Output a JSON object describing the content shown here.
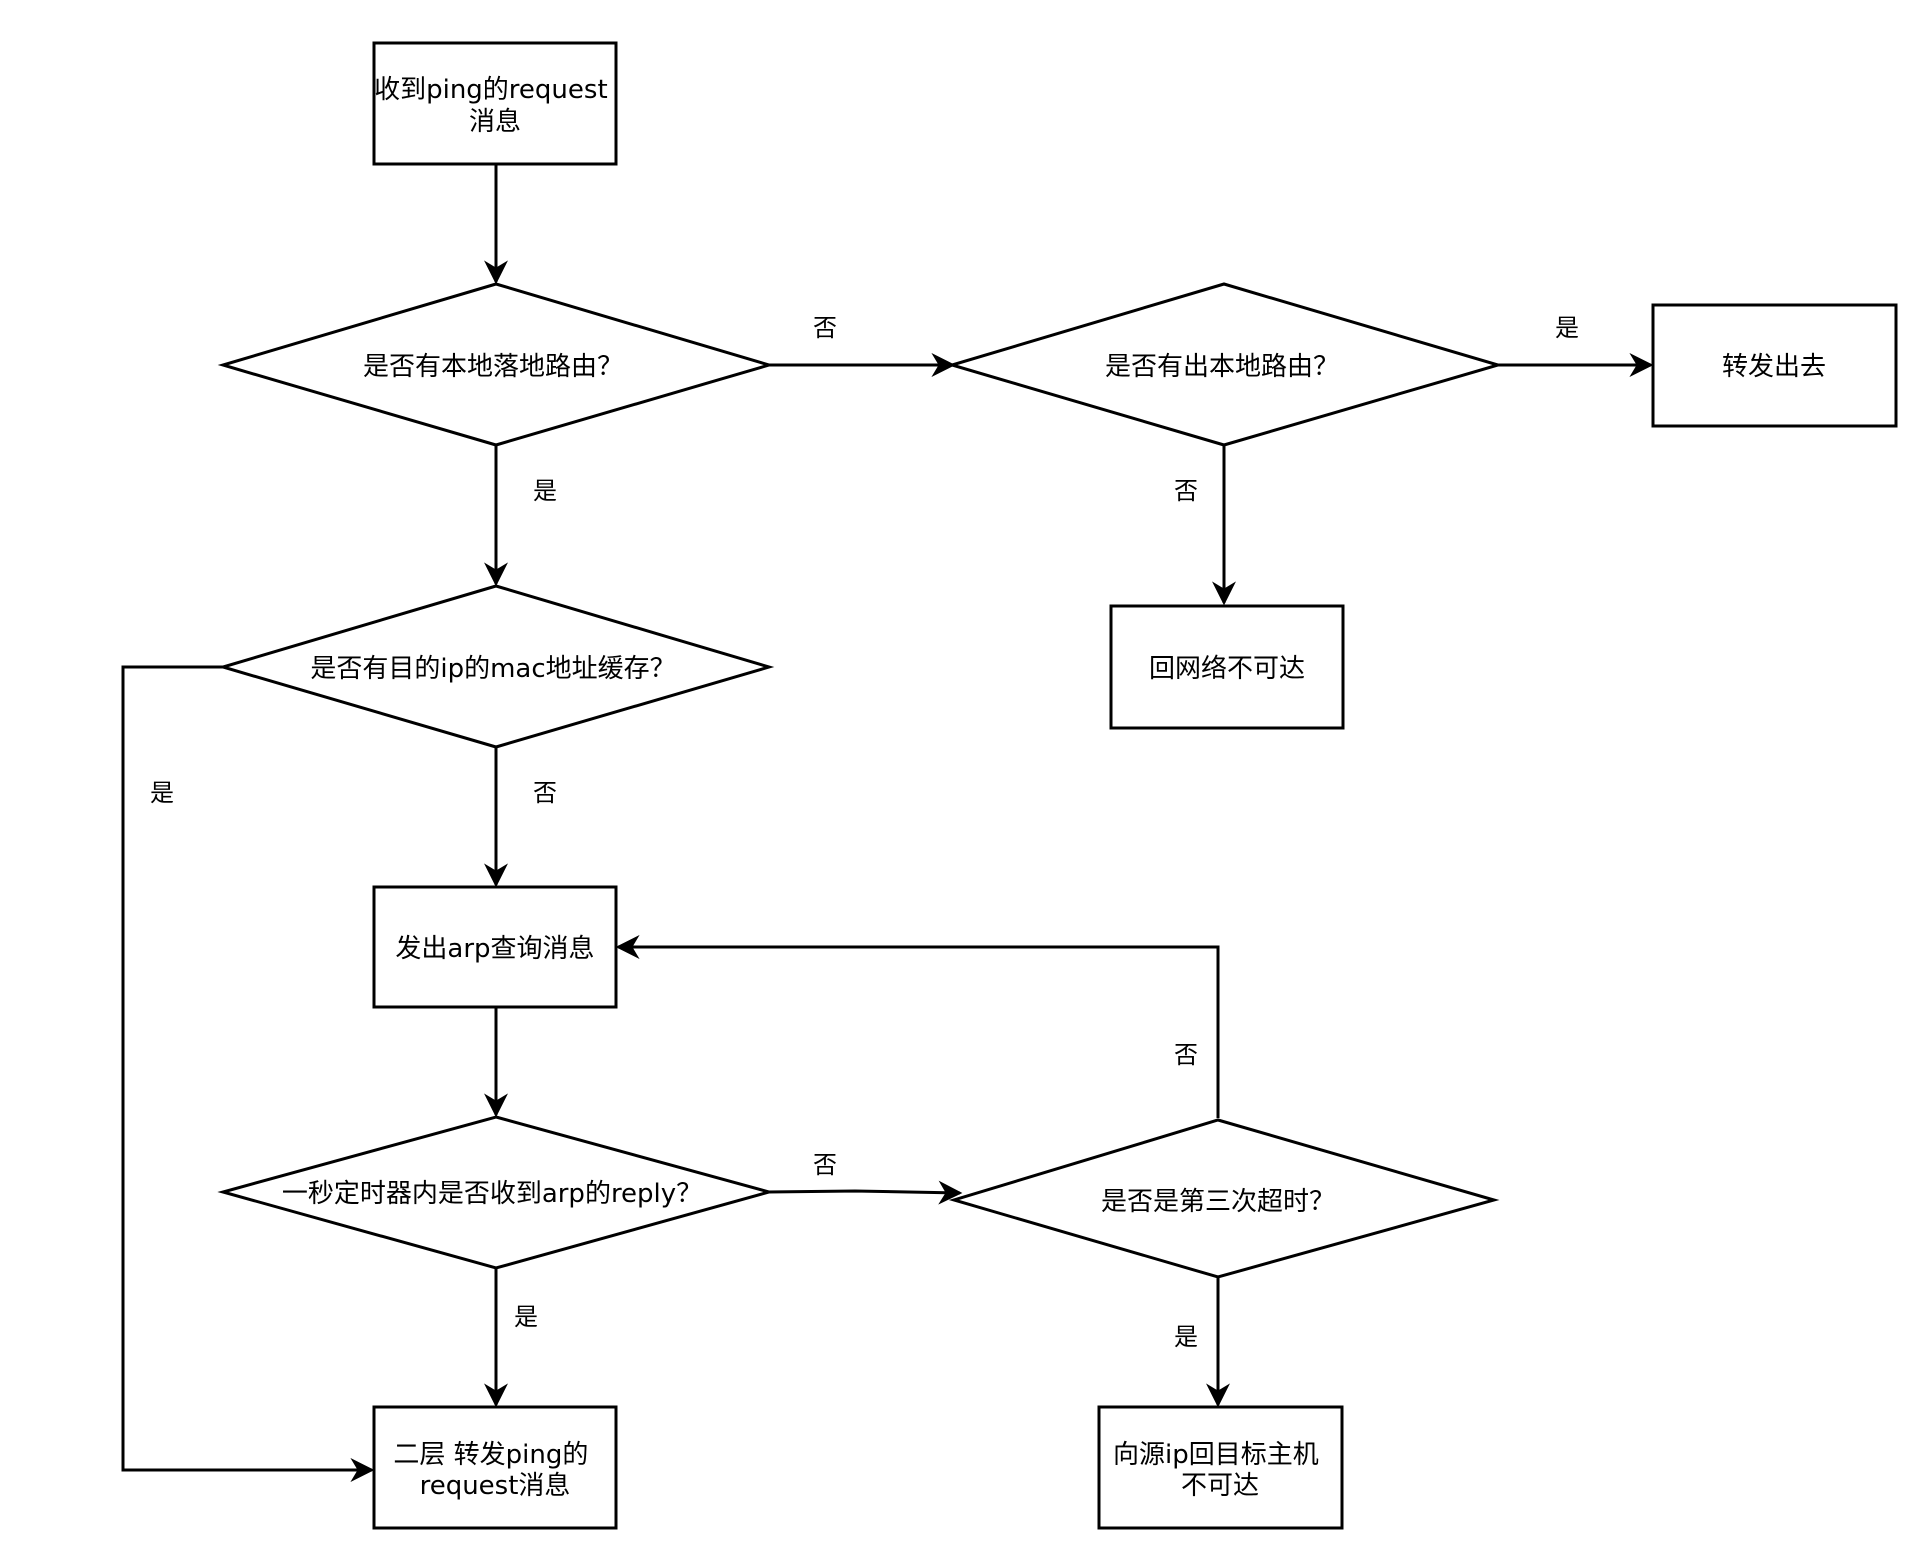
{
  "diagram": {
    "nodes": {
      "recv": {
        "type": "process",
        "lines": [
          "收到ping的request",
          "消息"
        ]
      },
      "q_local": {
        "type": "decision",
        "lines": [
          "是否有本地落地路由？"
        ]
      },
      "q_out": {
        "type": "decision",
        "lines": [
          "是否有出本地路由？"
        ]
      },
      "forward": {
        "type": "process",
        "lines": [
          "转发出去"
        ]
      },
      "unreachable_net": {
        "type": "process",
        "lines": [
          "回网络不可达"
        ]
      },
      "q_mac": {
        "type": "decision",
        "lines": [
          "是否有目的ip的mac地址缓存？"
        ]
      },
      "arp_send": {
        "type": "process",
        "lines": [
          "发出arp查询消息"
        ]
      },
      "q_reply": {
        "type": "decision",
        "lines": [
          "一秒定时器内是否收到arp的reply？"
        ]
      },
      "q_third": {
        "type": "decision",
        "lines": [
          "是否是第三次超时？"
        ]
      },
      "l2_forward": {
        "type": "process",
        "lines": [
          "二层 转发ping的",
          "request消息"
        ]
      },
      "host_unreachable": {
        "type": "process",
        "lines": [
          "向源ip回目标主机",
          "不可达"
        ]
      }
    },
    "edges": {
      "e1": {
        "from": "recv",
        "to": "q_local",
        "label": ""
      },
      "e2": {
        "from": "q_local",
        "to": "q_out",
        "label": "否"
      },
      "e3": {
        "from": "q_out",
        "to": "forward",
        "label": "是"
      },
      "e4": {
        "from": "q_out",
        "to": "unreachable_net",
        "label": "否"
      },
      "e5": {
        "from": "q_local",
        "to": "q_mac",
        "label": "是"
      },
      "e6": {
        "from": "q_mac",
        "to": "l2_forward",
        "label": "是"
      },
      "e7": {
        "from": "q_mac",
        "to": "arp_send",
        "label": "否"
      },
      "e8": {
        "from": "arp_send",
        "to": "q_reply",
        "label": ""
      },
      "e9": {
        "from": "q_reply",
        "to": "q_third",
        "label": "否"
      },
      "e10": {
        "from": "q_third",
        "to": "arp_send",
        "label": "否"
      },
      "e11": {
        "from": "q_reply",
        "to": "l2_forward",
        "label": "是"
      },
      "e12": {
        "from": "q_third",
        "to": "host_unreachable",
        "label": "是"
      }
    }
  }
}
